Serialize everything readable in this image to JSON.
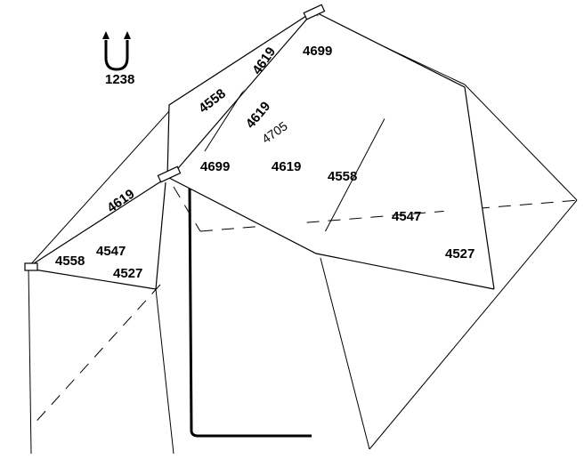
{
  "diagram": {
    "part_labels": {
      "u_clip": "1238",
      "top_corner": "4699",
      "upper_ridge_1": "4619",
      "upper_rafter": "4558",
      "upper_ridge_2": "4619",
      "center_pole": "4705",
      "front_corner": "4699",
      "center_ridge": "4619",
      "right_rafter": "4558",
      "right_eave": "4547",
      "right_leg": "4527",
      "front_rafter": "4619",
      "front_lower_rafter": "4558",
      "front_eave": "4547",
      "front_leg": "4527"
    },
    "colors": {
      "ink": "#000000",
      "background": "#ffffff"
    }
  }
}
